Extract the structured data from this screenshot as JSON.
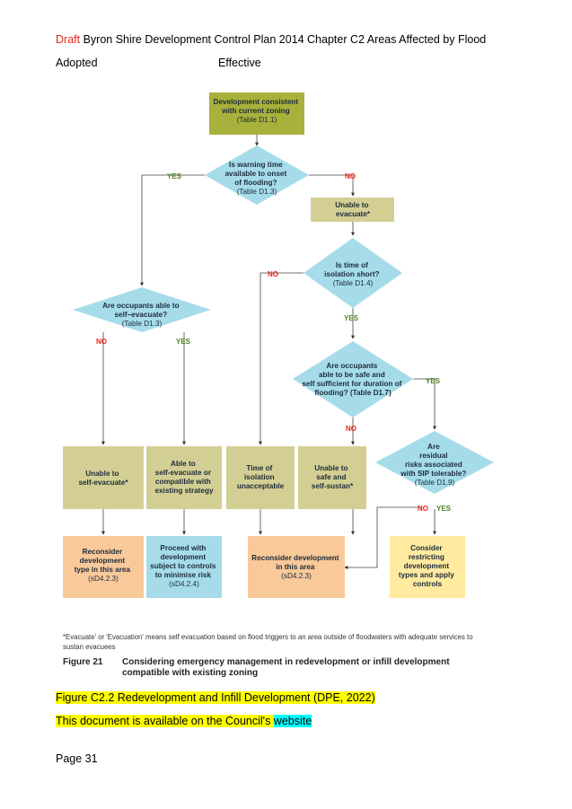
{
  "header": {
    "draft": "Draft",
    "title": "Byron Shire Development Control Plan 2014 Chapter C2 Areas Affected by Flood",
    "adopted": "Adopted",
    "effective": "Effective"
  },
  "flow": {
    "start": [
      "Development consistent",
      "with current zoning",
      "(Table D1.1)"
    ],
    "warning": [
      "Is warning time",
      "available to onset",
      "of flooding?",
      "(Table D1.3)"
    ],
    "unable_evacuate": [
      "Unable to",
      "evacuate*"
    ],
    "isolation_short": [
      "Is time of",
      "isolation short?",
      "(Table D1.4)"
    ],
    "self_evacuate_q": [
      "Are occupants able to",
      "self–evacuate?",
      "(Table D1.3)"
    ],
    "safe_q": [
      "Are occupants",
      "able to be safe and",
      "self sufficient for duration of",
      "flooding? (Table D1.7)"
    ],
    "residual_q": [
      "Are",
      "residual",
      "risks associated",
      "with SIP tolerable?",
      "(Table D1.9)"
    ],
    "box_unable_self": [
      "Unable to",
      "self-evacuate*"
    ],
    "box_able_self": [
      "Able to",
      "self-evacuate or",
      "compatible with",
      "existing strategy"
    ],
    "box_time_isolation": [
      "Time of",
      "isolation",
      "unacceptable"
    ],
    "box_unable_safe": [
      "Unable to",
      "safe and",
      "self-sustan*"
    ],
    "out_reconsider_type": [
      "Reconsider",
      "development",
      "type in this area",
      "(sD4.2.3)"
    ],
    "out_proceed": [
      "Proceed with",
      "development",
      "subject to controls",
      "to minimise risk",
      "(sD4.2.4)"
    ],
    "out_reconsider_area": [
      "Reconsider development",
      "in this area",
      "(sD4.2.3)"
    ],
    "out_consider": [
      "Consider",
      "restricting",
      "development",
      "types and apply",
      "controls"
    ],
    "yes": "YES",
    "no": "NO"
  },
  "footnote": "*Evacuate' or 'Evacuation' means self evacuation based on flood triggers to an area outside of floodwaters with adequate services to sustan evacuees",
  "figure_number": "Figure 21",
  "figure_caption": "Considering emergency management in redevelopment or infill development compatible with existing zoning",
  "figure_ref": "Figure C2.2 Redevelopment and Infill Development (DPE, 2022)",
  "availability_text": "This document is available on the Council's ",
  "availability_link": "website",
  "page_label": "Page 31",
  "colors": {
    "olive": "#a7b13b",
    "khaki": "#d3cf94",
    "diamond": "#a6dcea",
    "orange": "#f9c99a",
    "blue_out": "#a6dcea",
    "yellow_out": "#ffeaa0",
    "yes": "#4e7f23",
    "no": "#e8261c"
  }
}
